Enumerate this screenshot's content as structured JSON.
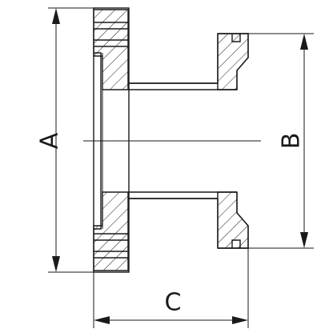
{
  "drawing": {
    "type": "technical-cross-section",
    "dimensions": {
      "a": {
        "label": "A"
      },
      "b": {
        "label": "B"
      },
      "c": {
        "label": "C"
      }
    },
    "colors": {
      "line": "#1a1a1a",
      "background": "#ffffff"
    }
  }
}
